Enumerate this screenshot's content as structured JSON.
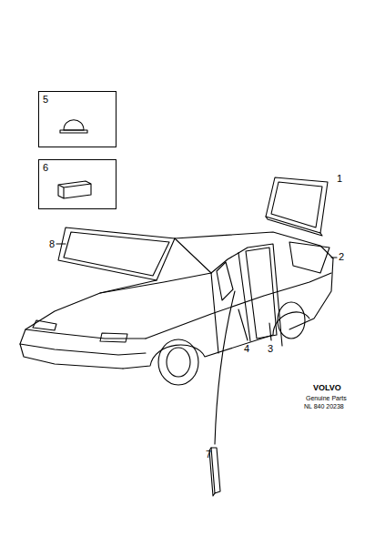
{
  "diagram": {
    "nodes": [
      {
        "text": [
          "5"
        ]
      },
      {
        "text": [
          "6"
        ]
      }
    ],
    "labels": [
      "1",
      "8",
      "2",
      "4",
      "3",
      "7",
      "VOLVO",
      "Genuine Parts",
      "NL 840 20238"
    ]
  }
}
